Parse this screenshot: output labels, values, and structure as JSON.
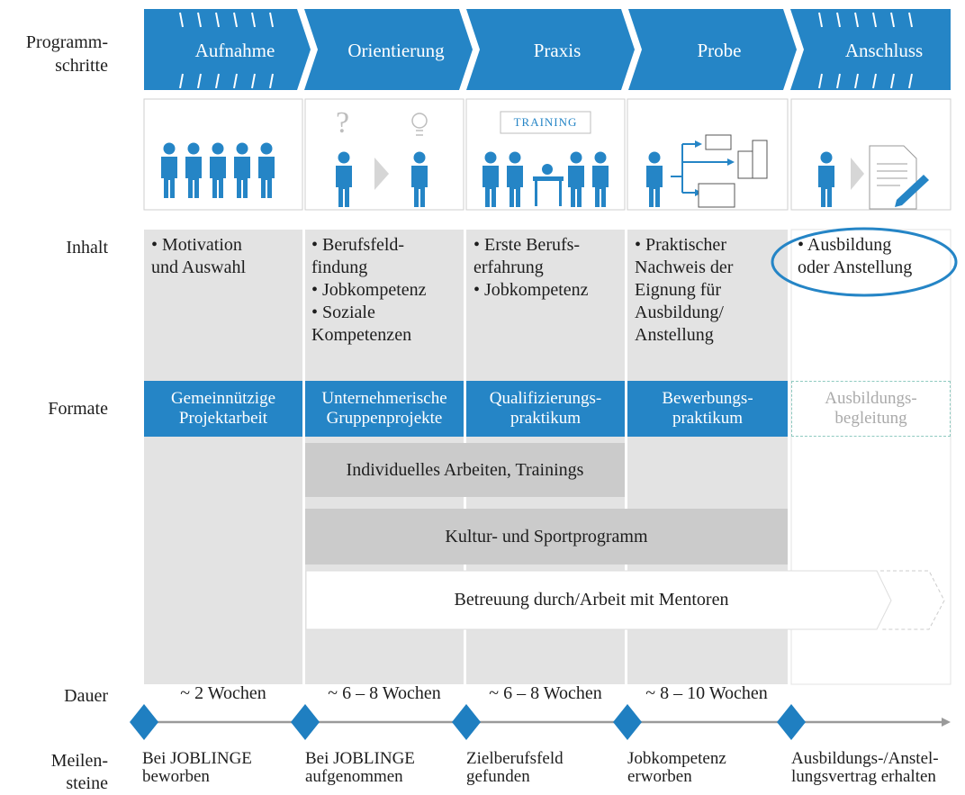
{
  "row_labels": {
    "programmschritte": "Programm-\nschritte",
    "inhalt": "Inhalt",
    "formate": "Formate",
    "dauer": "Dauer",
    "meilensteine": "Meilen-\nsteine"
  },
  "steps": [
    {
      "label": "Aufnahme"
    },
    {
      "label": "Orientierung"
    },
    {
      "label": "Praxis"
    },
    {
      "label": "Probe"
    },
    {
      "label": "Anschluss"
    }
  ],
  "icons": {
    "question_mark": "?",
    "training_sign": "TRAINING"
  },
  "contents": [
    "• Motivation\n   und Auswahl",
    "• Berufsfeld-\n   findung\n• Jobkompetenz\n• Soziale\n   Kompetenzen",
    "• Erste Berufs-\n   erfahrung\n• Jobkompetenz",
    "• Praktischer\n   Nachweis der\n   Eignung für\n   Ausbildung/\n   Anstellung",
    "• Ausbildung\n   oder Anstellung"
  ],
  "formats": [
    "Gemeinnützige\nProjektarbeit",
    "Unternehmerische\nGruppenprojekte",
    "Qualifizierungs-\npraktikum",
    "Bewerbungs-\npraktikum",
    "Ausbildungs-\nbegleitung"
  ],
  "bands": {
    "individuell": "Individuelles Arbeiten, Trainings",
    "kultur": "Kultur- und Sportprogramm",
    "mentoren": "Betreuung durch/Arbeit mit Mentoren"
  },
  "durations": [
    "~ 2 Wochen",
    "~ 6 – 8 Wochen",
    "~ 6 – 8 Wochen",
    "~ 8 – 10 Wochen"
  ],
  "milestones": [
    "Bei JOBLINGE\nbeworben",
    "Bei JOBLINGE\naufgenommen",
    "Zielberufsfeld\ngefunden",
    "Jobkompetenz\nerworben",
    "Ausbildungs-/Anstel-\nlungsvertrag erhalten"
  ],
  "colors": {
    "primary_blue": "#2585c6",
    "diamond_blue": "#1f7fc1",
    "column_grey": "#e3e3e3",
    "band_grey": "#cbcbcb",
    "timeline_grey": "#9a9a9a",
    "dashed_teal": "#8fcac0"
  }
}
